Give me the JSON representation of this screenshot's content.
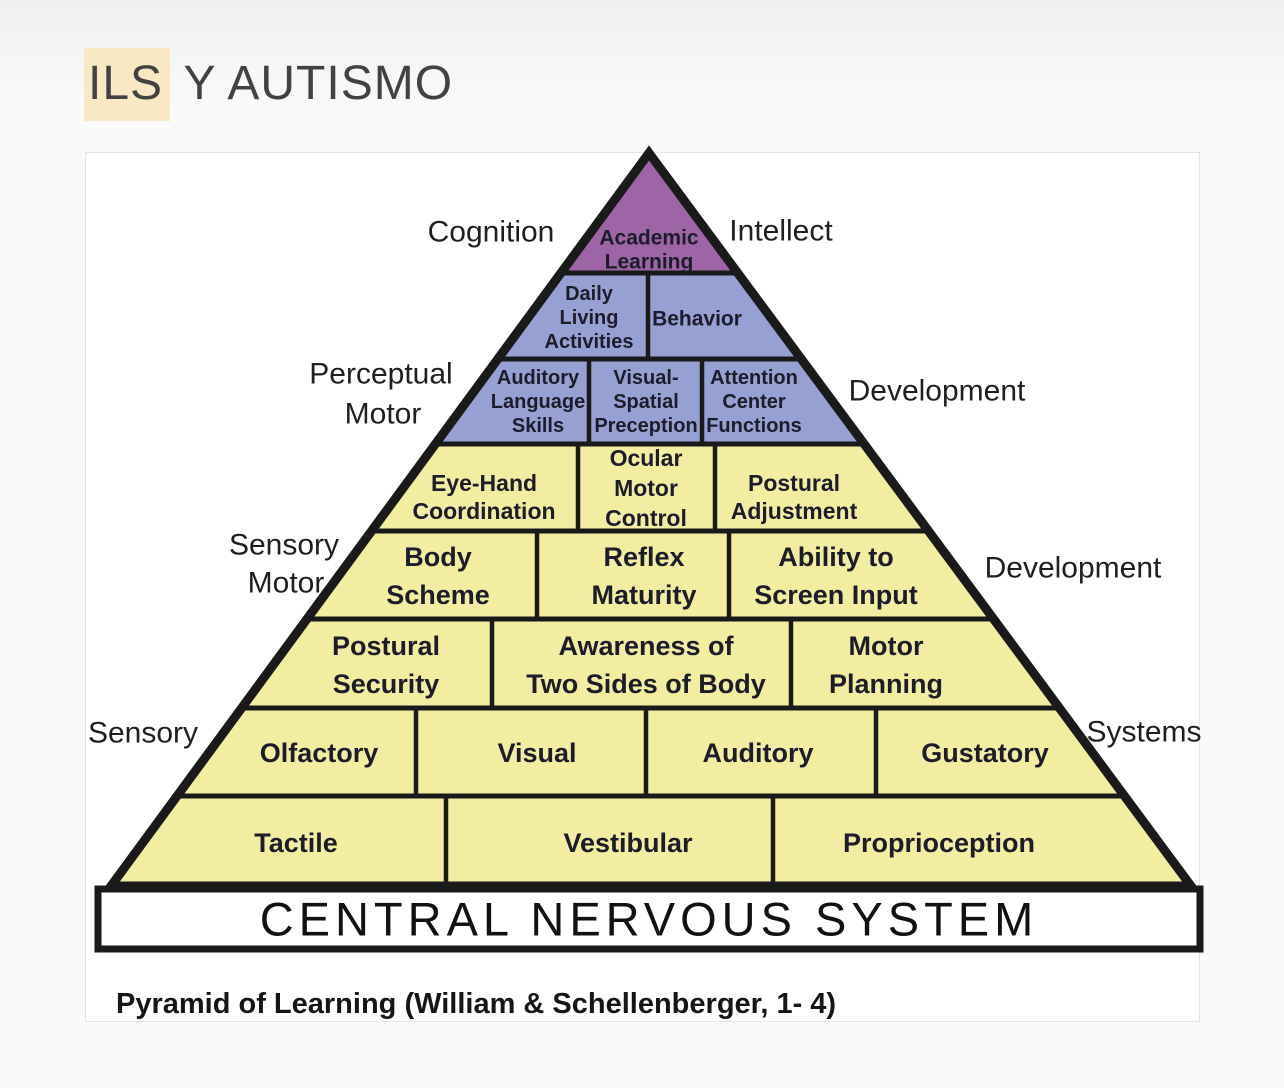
{
  "page": {
    "title_highlight": "ILS",
    "title_rest": " Y AUTISMO"
  },
  "figure": {
    "caption": "Pyramid of Learning (William & Schellenberger, 1- 4)",
    "base_box_label": "CENTRAL NERVOUS SYSTEM",
    "outer_labels": {
      "top_left": "Cognition",
      "top_right": "Intellect",
      "upper_left": [
        "Perceptual",
        "Motor"
      ],
      "upper_right": "Development",
      "mid_left": [
        "Sensory",
        "Motor"
      ],
      "mid_right": "Development",
      "lower_left": "Sensory",
      "lower_right": "Systems"
    },
    "levels": [
      {
        "name": "academic-learning",
        "color": "#9d64a6",
        "cells": [
          {
            "lines": [
              "Academic",
              "Learning"
            ]
          }
        ]
      },
      {
        "name": "daily-living-behavior",
        "color": "#96a0d3",
        "cells": [
          {
            "lines": [
              "Daily",
              "Living",
              "Activities"
            ]
          },
          {
            "lines": [
              "Behavior"
            ]
          }
        ]
      },
      {
        "name": "perceptual-skills",
        "color": "#96a0d3",
        "cells": [
          {
            "lines": [
              "Auditory",
              "Language",
              "Skills"
            ]
          },
          {
            "lines": [
              "Visual-",
              "Spatial",
              "Preception"
            ]
          },
          {
            "lines": [
              "Attention",
              "Center",
              "Functions"
            ]
          }
        ]
      },
      {
        "name": "ocular-postural",
        "color": "#f2eda1",
        "cells": [
          {
            "lines": [
              "Eye-Hand",
              "Coordination"
            ]
          },
          {
            "lines": [
              "Ocular",
              "Motor",
              "Control"
            ]
          },
          {
            "lines": [
              "Postural",
              "Adjustment"
            ]
          }
        ]
      },
      {
        "name": "body-reflex-screen",
        "color": "#f2eda1",
        "cells": [
          {
            "lines": [
              "Body",
              "Scheme"
            ]
          },
          {
            "lines": [
              "Reflex",
              "Maturity"
            ]
          },
          {
            "lines": [
              "Ability to",
              "Screen Input"
            ]
          }
        ]
      },
      {
        "name": "postural-awareness-planning",
        "color": "#f2eda1",
        "cells": [
          {
            "lines": [
              "Postural",
              "Security"
            ]
          },
          {
            "lines": [
              "Awareness of",
              "Two Sides of Body"
            ]
          },
          {
            "lines": [
              "Motor",
              "Planning"
            ]
          }
        ]
      },
      {
        "name": "senses-upper",
        "color": "#f2eda1",
        "cells": [
          {
            "lines": [
              "Olfactory"
            ]
          },
          {
            "lines": [
              "Visual"
            ]
          },
          {
            "lines": [
              "Auditory"
            ]
          },
          {
            "lines": [
              "Gustatory"
            ]
          }
        ]
      },
      {
        "name": "senses-lower",
        "color": "#f2eda1",
        "cells": [
          {
            "lines": [
              "Tactile"
            ]
          },
          {
            "lines": [
              "Vestibular"
            ]
          },
          {
            "lines": [
              "Proprioception"
            ]
          }
        ]
      }
    ]
  },
  "colors": {
    "purple": "#9d64a6",
    "blue": "#96a0d3",
    "yellow": "#f2eda1",
    "outline": "#1a1a1a",
    "title_highlight_bg": "#f8e9c4"
  }
}
